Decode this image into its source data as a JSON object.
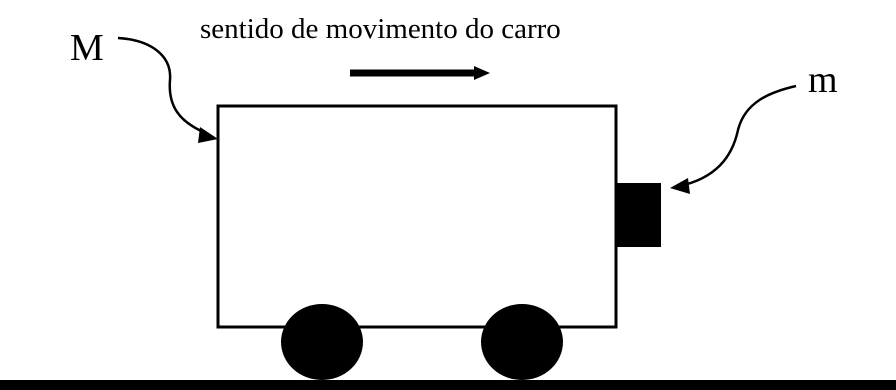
{
  "labels": {
    "direction_caption": "sentido de movimento do carro",
    "cart_mass": "M",
    "block_mass": "m"
  },
  "colors": {
    "ink": "#000000",
    "background": "#ffffff"
  }
}
